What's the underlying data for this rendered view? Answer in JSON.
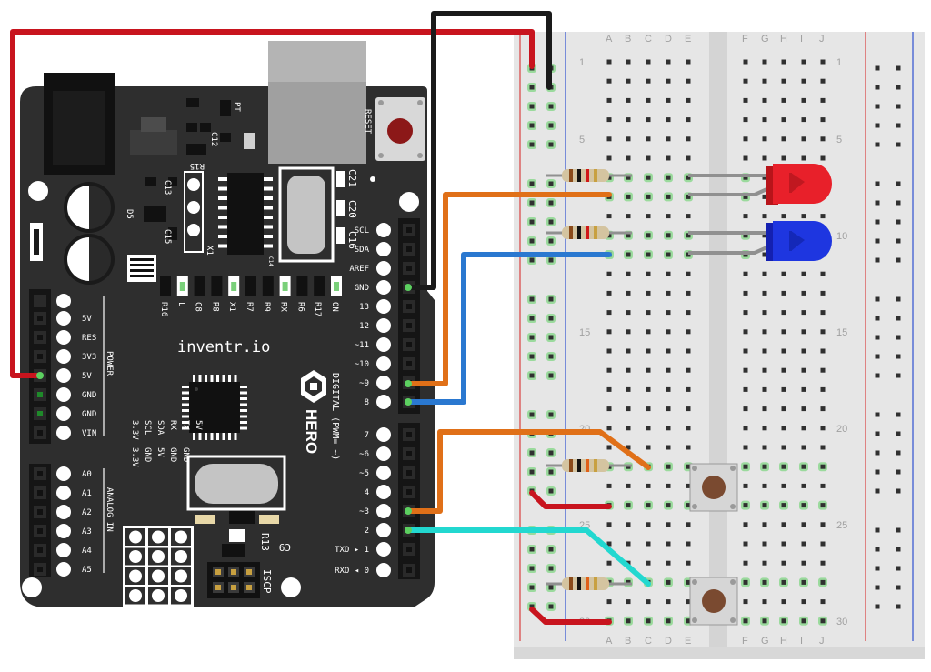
{
  "board": {
    "brand": "inventr.io",
    "model": "HERO",
    "reset_label": "RESET",
    "power_header_title": "POWER",
    "power_pins": [
      "5V",
      "RES",
      "3V3",
      "5V",
      "GND",
      "GND",
      "VIN"
    ],
    "analog_header_title": "ANALOG IN",
    "analog_pins": [
      "A0",
      "A1",
      "A2",
      "A3",
      "A4",
      "A5"
    ],
    "digital_header_title": "DIGITAL (PWM= ~)",
    "digital_pins_upper": [
      "SCL",
      "SDA",
      "AREF",
      "GND",
      "13",
      "12",
      "~11",
      "~10",
      "~9",
      "8"
    ],
    "digital_pins_lower": [
      "7",
      "~6",
      "~5",
      "4",
      "~3",
      "2",
      "TXO ▸ 1",
      "RXO ◂ 0"
    ],
    "i2c_labels_top": [
      "SCL",
      "SDA"
    ],
    "isp_label": "ISCP",
    "mid_labels_row": [
      "3.3V",
      "SCL",
      "SDA",
      "RX",
      "TX",
      "5V"
    ],
    "mid_labels_row2": [
      "3.3V",
      "GND",
      "5V",
      "GND",
      "GND"
    ],
    "component_labels_top": [
      "PT",
      "C12",
      "R15",
      "C13",
      "D5",
      "C15",
      "X1",
      "C14",
      "C21",
      "C20",
      "C16"
    ],
    "led_row_labels": [
      "R16",
      "L",
      "C8",
      "R8",
      "X1",
      "R7",
      "R9",
      "RX",
      "R6",
      "R17",
      "ON"
    ],
    "bottom_component_labels": [
      "R13",
      "C9"
    ]
  },
  "breadboard": {
    "column_letters_left": [
      "A",
      "B",
      "C",
      "D",
      "E"
    ],
    "column_letters_right": [
      "F",
      "G",
      "H",
      "I",
      "J"
    ],
    "row_numbers": [
      "1",
      "5",
      "10",
      "15",
      "20",
      "25",
      "30"
    ]
  },
  "colors": {
    "board": "#2e2e2e",
    "breadboard": "#e6e6e6",
    "wire_red": "#c8141e",
    "wire_black": "#1a1a1a",
    "wire_orange": "#e07018",
    "wire_blue": "#2a78d0",
    "wire_cyan": "#22d8d0",
    "led_red": "#e8202a",
    "led_blue": "#1e36e0",
    "rail_red": "#d84040",
    "rail_blue": "#3050d0",
    "hole_active": "#5cd060"
  }
}
